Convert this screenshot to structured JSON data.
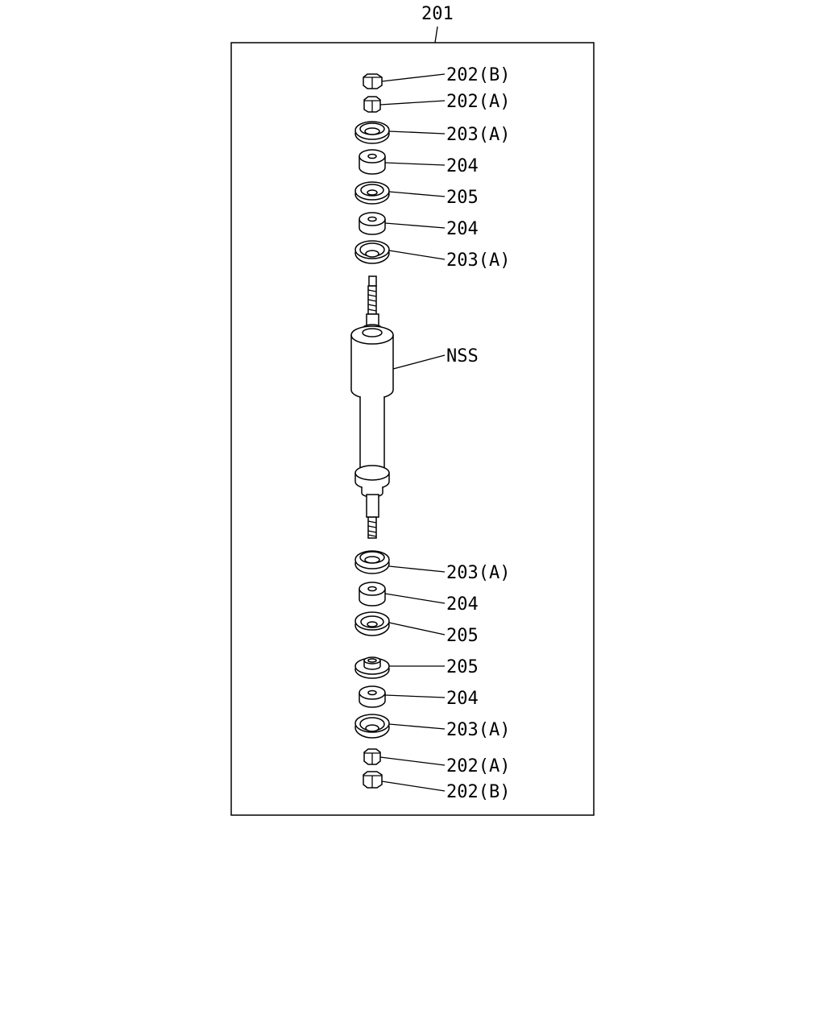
{
  "assembly": {
    "label": "201"
  },
  "parts": [
    {
      "label": "202(B)",
      "kind": "nut-b"
    },
    {
      "label": "202(A)",
      "kind": "nut-a"
    },
    {
      "label": "203(A)",
      "kind": "cup"
    },
    {
      "label": "204",
      "kind": "bush"
    },
    {
      "label": "205",
      "kind": "cup"
    },
    {
      "label": "204",
      "kind": "bush"
    },
    {
      "label": "203(A)",
      "kind": "cup"
    },
    {
      "label": "NSS",
      "kind": "shock-absorber"
    },
    {
      "label": "203(A)",
      "kind": "cup"
    },
    {
      "label": "204",
      "kind": "bush"
    },
    {
      "label": "205",
      "kind": "cup"
    },
    {
      "label": "205",
      "kind": "cup-raised"
    },
    {
      "label": "204",
      "kind": "bush"
    },
    {
      "label": "203(A)",
      "kind": "cup"
    },
    {
      "label": "202(A)",
      "kind": "nut-a"
    },
    {
      "label": "202(B)",
      "kind": "nut-b"
    }
  ]
}
